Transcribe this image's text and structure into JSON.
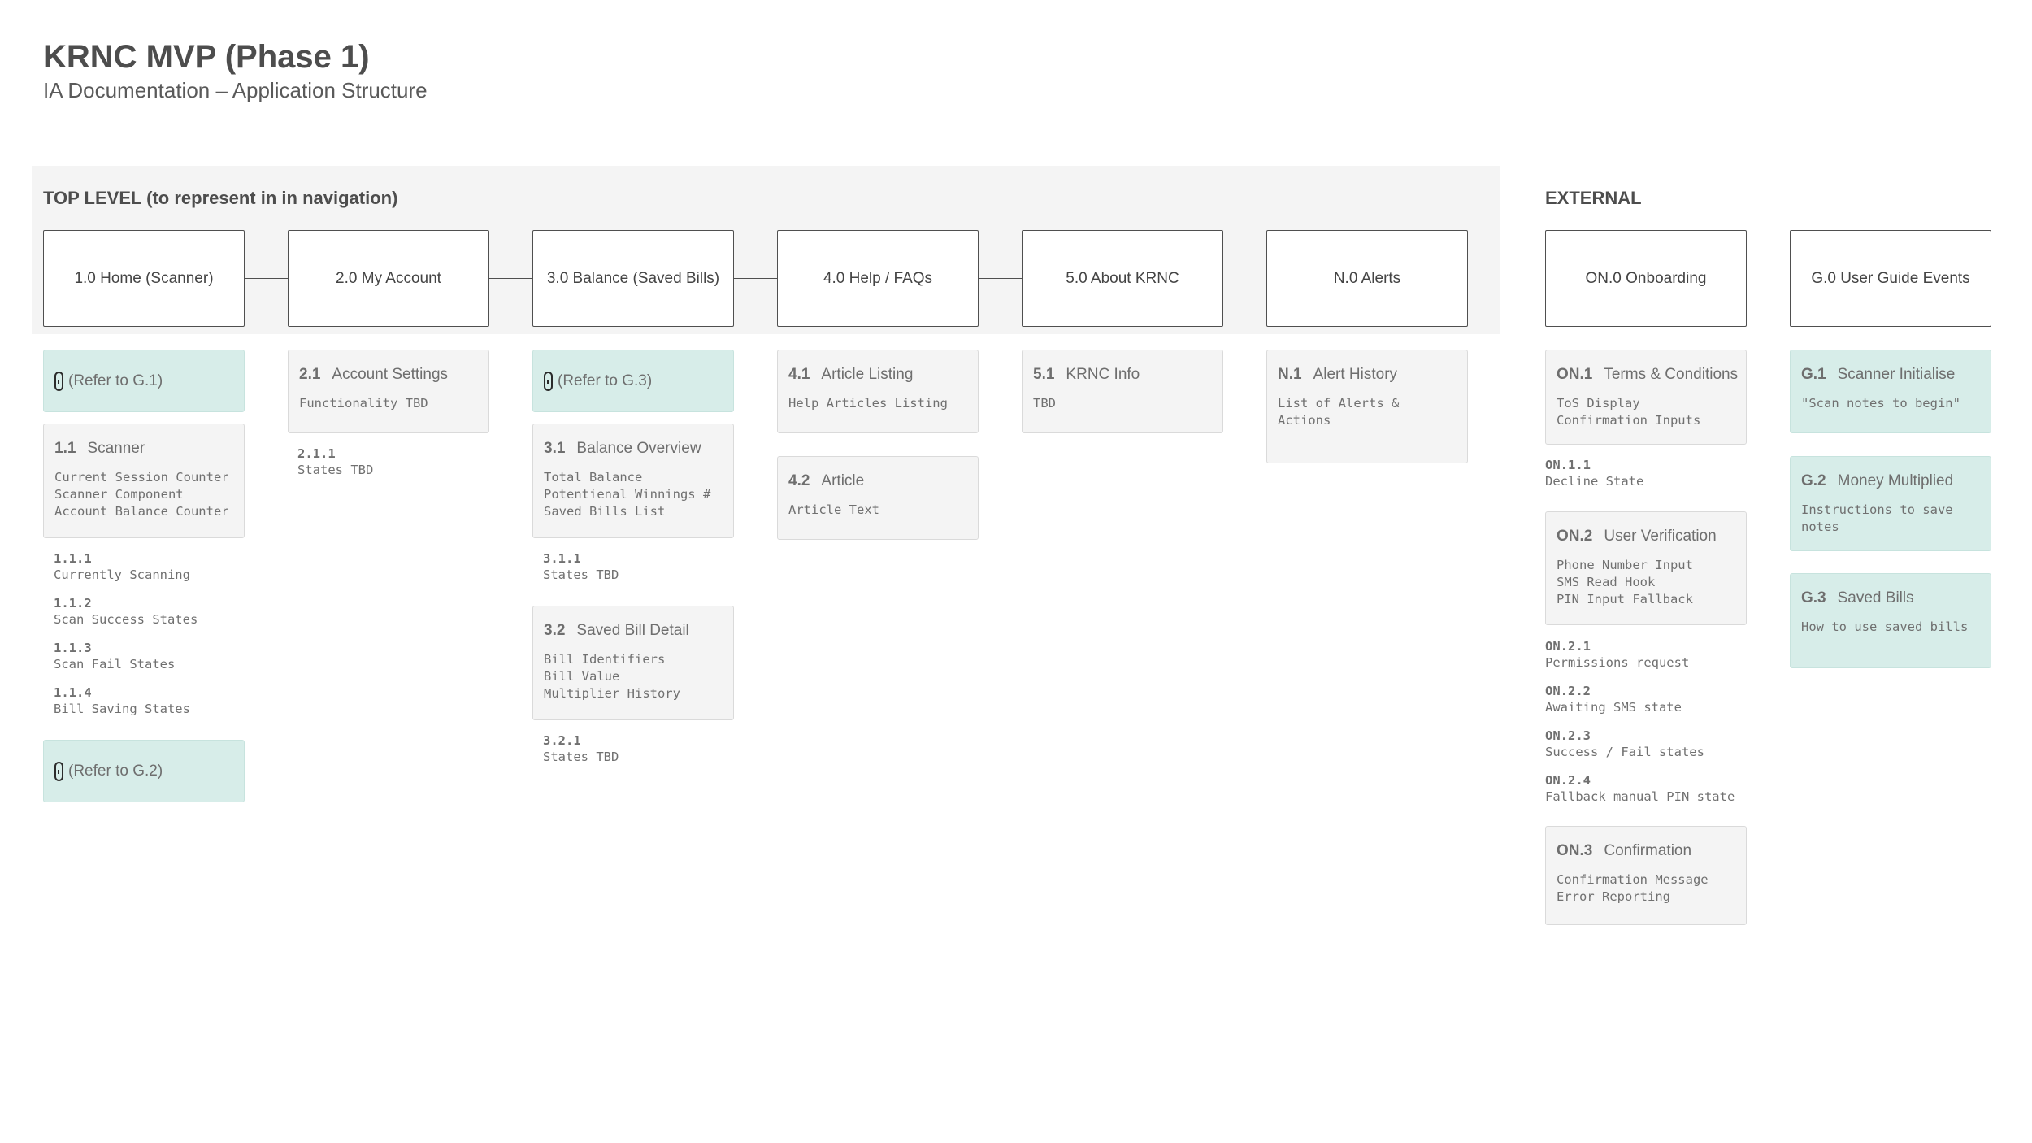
{
  "header": {
    "title": "KRNC MVP (Phase 1)",
    "subtitle": "IA Documentation – Application Structure"
  },
  "sections": {
    "top_level": "TOP LEVEL (to represent in in navigation)",
    "external": "EXTERNAL"
  },
  "top_nodes": [
    "1.0 Home (Scanner)",
    "2.0 My Account",
    "3.0 Balance (Saved Bills)",
    "4.0 Help / FAQs",
    "5.0 About KRNC",
    "N.0 Alerts",
    "ON.0 Onboarding",
    "G.0 User Guide Events"
  ],
  "icons": {
    "link": "link-icon"
  },
  "colors": {
    "teal_card": "#d7ede9",
    "grey_card": "#f4f4f4",
    "band": "#f4f4f4"
  },
  "col1": {
    "refer_top": "(Refer to G.1)",
    "scanner": {
      "num": "1.1",
      "label": "Scanner",
      "body": "Current Session Counter\nScanner Component\nAccount Balance Counter"
    },
    "subs": [
      {
        "num": "1.1.1",
        "text": "Currently Scanning"
      },
      {
        "num": "1.1.2",
        "text": "Scan Success States"
      },
      {
        "num": "1.1.3",
        "text": "Scan Fail States"
      },
      {
        "num": "1.1.4",
        "text": "Bill Saving States"
      }
    ],
    "refer_bottom": "(Refer to G.2)"
  },
  "col2": {
    "settings": {
      "num": "2.1",
      "label": "Account Settings",
      "body": "Functionality TBD"
    },
    "subs": [
      {
        "num": "2.1.1",
        "text": "States TBD"
      }
    ]
  },
  "col3": {
    "refer_top": "(Refer to G.3)",
    "overview": {
      "num": "3.1",
      "label": "Balance Overview",
      "body": "Total Balance\nPotentienal Winnings #\nSaved Bills List"
    },
    "overview_subs": [
      {
        "num": "3.1.1",
        "text": "States TBD"
      }
    ],
    "detail": {
      "num": "3.2",
      "label": "Saved Bill Detail",
      "body": "Bill Identifiers\nBill Value\nMultiplier History"
    },
    "detail_subs": [
      {
        "num": "3.2.1",
        "text": "States TBD"
      }
    ]
  },
  "col4": {
    "listing": {
      "num": "4.1",
      "label": "Article Listing",
      "body": "Help Articles Listing"
    },
    "article": {
      "num": "4.2",
      "label": "Article",
      "body": "Article Text"
    }
  },
  "col5": {
    "info": {
      "num": "5.1",
      "label": "KRNC Info",
      "body": "TBD"
    }
  },
  "col6": {
    "history": {
      "num": "N.1",
      "label": "Alert History",
      "body": "List of Alerts &\nActions"
    }
  },
  "col7": {
    "terms": {
      "num": "ON.1",
      "label": "Terms & Conditions",
      "body": "ToS Display\nConfirmation Inputs"
    },
    "terms_subs": [
      {
        "num": "ON.1.1",
        "text": "Decline State"
      }
    ],
    "verify": {
      "num": "ON.2",
      "label": "User Verification",
      "body": "Phone Number Input\nSMS Read Hook\nPIN Input Fallback"
    },
    "verify_subs": [
      {
        "num": "ON.2.1",
        "text": "Permissions request"
      },
      {
        "num": "ON.2.2",
        "text": "Awaiting SMS state"
      },
      {
        "num": "ON.2.3",
        "text": "Success / Fail states"
      },
      {
        "num": "ON.2.4",
        "text": "Fallback manual PIN state"
      }
    ],
    "confirm": {
      "num": "ON.3",
      "label": "Confirmation",
      "body": "Confirmation Message\nError Reporting"
    }
  },
  "col8": {
    "g1": {
      "num": "G.1",
      "label": "Scanner Initialise",
      "body": "\"Scan notes to begin\""
    },
    "g2": {
      "num": "G.2",
      "label": "Money Multiplied",
      "body": "Instructions to save\nnotes"
    },
    "g3": {
      "num": "G.3",
      "label": "Saved Bills",
      "body": "How to use saved bills"
    }
  }
}
